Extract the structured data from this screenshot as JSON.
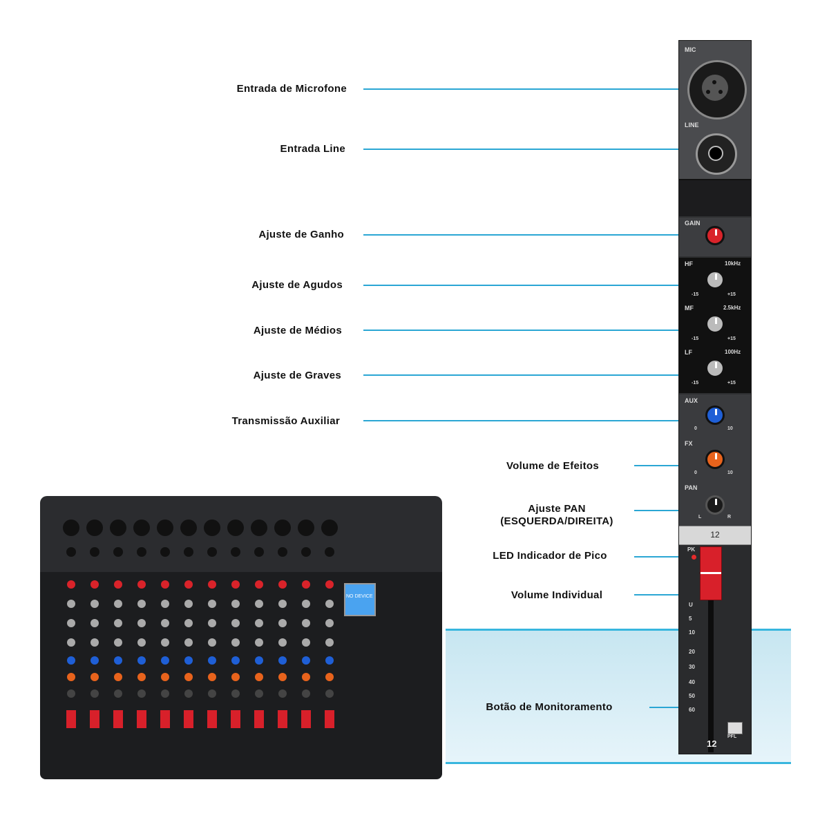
{
  "labels": {
    "mic_input": "Entrada de Microfone",
    "line_input": "Entrada Line",
    "gain": "Ajuste de Ganho",
    "treble": "Ajuste de Agudos",
    "mid": "Ajuste de Médios",
    "bass": "Ajuste de Graves",
    "aux_send": "Transmissão Auxiliar",
    "fx_volume": "Volume de Efeitos",
    "pan_line1": "Ajuste PAN",
    "pan_line2": "(ESQUERDA/DIREITA)",
    "peak_led": "LED Indicador de Pico",
    "channel_volume": "Volume Individual",
    "monitor_button": "Botão de Monitoramento"
  },
  "strip": {
    "mic": "MIC",
    "line": "LINE",
    "gain": "GAIN",
    "hf": "HF",
    "hf_freq": "10kHz",
    "mf": "MF",
    "mf_freq": "2.5kHz",
    "lf": "LF",
    "lf_freq": "100Hz",
    "aux": "AUX",
    "fx": "FX",
    "pan": "PAN",
    "channel_number": "12",
    "pk": "PK",
    "pfl": "PFL",
    "bottom_number": "12",
    "eq_min": "-15",
    "eq_max": "+15",
    "send_min": "0",
    "send_max": "10",
    "pan_l": "L",
    "pan_r": "R",
    "fader_scale": [
      "U",
      "5",
      "10",
      "20",
      "30",
      "40",
      "50",
      "60"
    ]
  },
  "mixer": {
    "display_text": "NO DEVICE",
    "channel_count": 12
  },
  "colors": {
    "line": "#2aa6d4",
    "gain_knob": "#d9232a",
    "aux_knob": "#1f5fd6",
    "fx_knob": "#e8631c",
    "fader": "#d8202a"
  }
}
